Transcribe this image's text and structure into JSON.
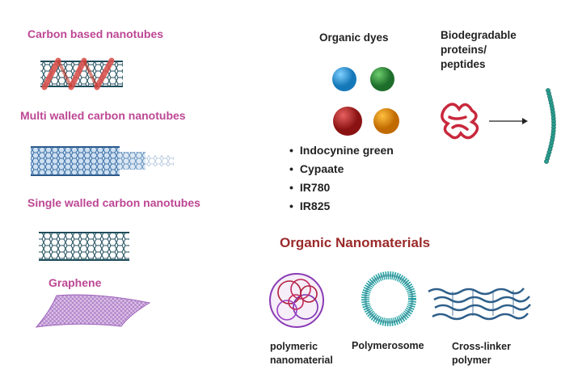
{
  "carbon": {
    "carbon_based": "Carbon based nanotubes",
    "multi_walled": "Multi walled carbon nanotubes",
    "single_walled": "Single walled carbon nanotubes",
    "graphene": "Graphene"
  },
  "dyes": {
    "title": "Organic dyes",
    "items": [
      "Indocynine green",
      "Cypaate",
      "IR780",
      "IR825"
    ],
    "colors": {
      "blue": "#1e90d0",
      "green": "#2e8b3a",
      "red": "#b01e1e",
      "orange": "#e08a00"
    }
  },
  "proteins": {
    "line1": "Biodegradable",
    "line2": "proteins/",
    "line3": "peptides"
  },
  "organic": {
    "title": "Organic Nanomaterials",
    "polymeric_1": "polymeric",
    "polymeric_2": "nanomaterial",
    "polymerosome": "Polymerosome",
    "crosslinker_1": "Cross-linker",
    "crosslinker_2": "polymer"
  }
}
